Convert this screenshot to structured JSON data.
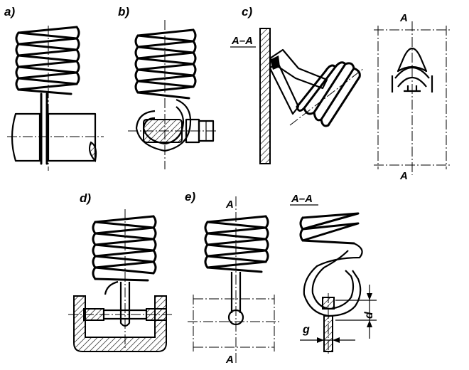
{
  "panels": {
    "a": {
      "label": "a)"
    },
    "b": {
      "label": "b)"
    },
    "c": {
      "label": "c)",
      "section_label": "A–A",
      "view_label_top": "A",
      "view_label_bottom": "A"
    },
    "d": {
      "label": "d)"
    },
    "e": {
      "label": "e)",
      "view_label_top": "A",
      "view_label_bottom": "A",
      "section_label": "A–A",
      "dim_d": "d",
      "dim_g": "g"
    }
  }
}
